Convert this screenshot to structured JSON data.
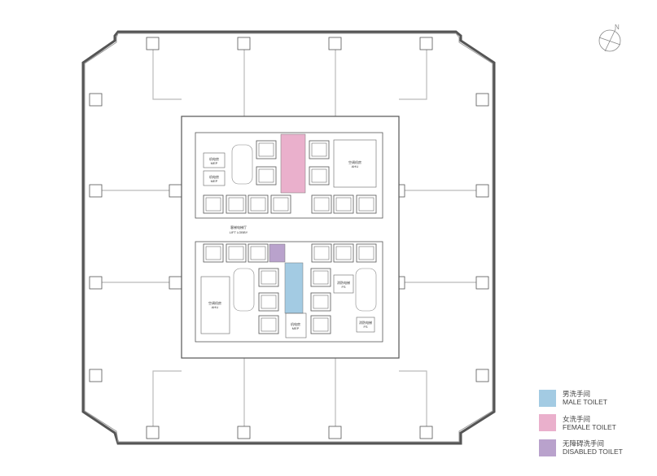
{
  "plan": {
    "rooms": {
      "mep_upper_1": {
        "cn": "机电房",
        "en": "MEP"
      },
      "mep_upper_2": {
        "cn": "机电房",
        "en": "MEP"
      },
      "ahu_upper": {
        "cn": "空调机房",
        "en": "AHU"
      },
      "lift_lobby": {
        "cn": "客梯电梯厅",
        "en": "LIFT LOBBY"
      },
      "ahu_lower": {
        "cn": "空调机房",
        "en": "AHU"
      },
      "mep_lower": {
        "cn": "机电房",
        "en": "MEP"
      },
      "fs_1": {
        "cn": "消防电梯",
        "en": "FS"
      },
      "fs_2": {
        "cn": "消防电梯",
        "en": "FS"
      }
    },
    "north_label": "N"
  },
  "legend": {
    "items": [
      {
        "cn": "男洗手间",
        "en": "MALE TOILET",
        "color": "#a3cbe3"
      },
      {
        "cn": "女洗手间",
        "en": "FEMALE TOILET",
        "color": "#eab0cc"
      },
      {
        "cn": "无障碍洗手间",
        "en": "DISABLED TOILET",
        "color": "#b9a2cc"
      }
    ]
  }
}
